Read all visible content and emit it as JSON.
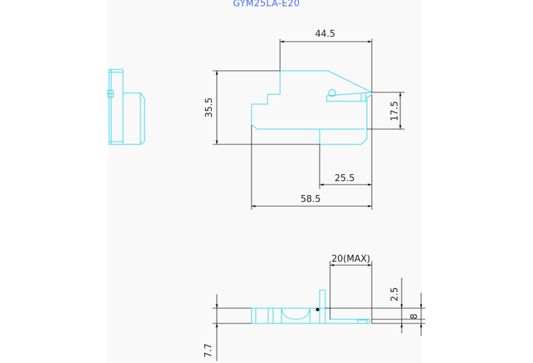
{
  "title": "GYM25LA-E20",
  "dimensions": {
    "top_width": "44.5",
    "overall_height": "35.5",
    "right_height": "17.5",
    "lower_width": "25.5",
    "overall_width": "58.5",
    "max_depth": "20(MAX)",
    "offset_small": "2.5",
    "right_thickness": "8",
    "left_thickness": "7.7"
  },
  "colors": {
    "outline": "#34d4ee",
    "dimension": "#111111",
    "title": "#4a6cff",
    "sheet": "#f9f9f9"
  }
}
